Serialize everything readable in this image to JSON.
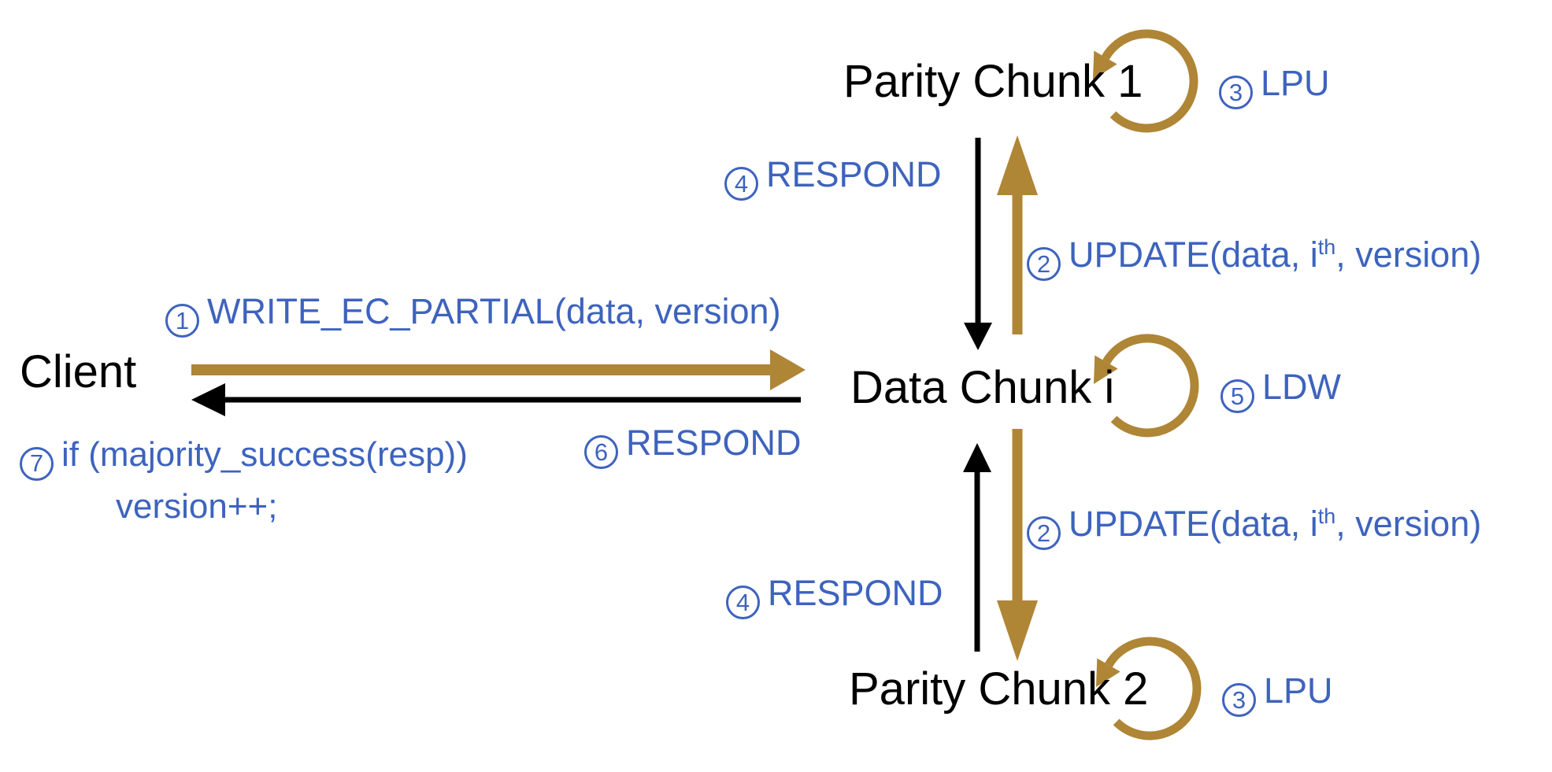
{
  "colors": {
    "background": "#ffffff",
    "ink": "#000000",
    "gold": "#af8536",
    "blue": "#3e63be"
  },
  "nodes": {
    "client": {
      "label": "Client"
    },
    "data_chunk_i": {
      "label": "Data Chunk i"
    },
    "parity_chunk_1": {
      "label": "Parity Chunk 1"
    },
    "parity_chunk_2": {
      "label": "Parity Chunk 2"
    }
  },
  "steps": {
    "write_ec_partial": {
      "num": "1",
      "label": "WRITE_EC_PARTIAL(data, version)"
    },
    "update_to_parity1": {
      "num": "2",
      "prefix": "UPDATE(data, i",
      "sup": "th",
      "suffix": ", version)"
    },
    "lpu_parity1": {
      "num": "3",
      "label": "LPU"
    },
    "respond_parity1": {
      "num": "4",
      "label": "RESPOND"
    },
    "ldw_data_chunk": {
      "num": "5",
      "label": "LDW"
    },
    "respond_to_client": {
      "num": "6",
      "label": "RESPOND"
    },
    "client_commit": {
      "num": "7",
      "line1": "if (majority_success(resp))",
      "line2": "version++;"
    },
    "update_to_parity2": {
      "num": "2",
      "prefix": "UPDATE(data, i",
      "sup": "th",
      "suffix": ", version)"
    },
    "respond_parity2": {
      "num": "4",
      "label": "RESPOND"
    },
    "lpu_parity2": {
      "num": "3",
      "label": "LPU"
    }
  }
}
